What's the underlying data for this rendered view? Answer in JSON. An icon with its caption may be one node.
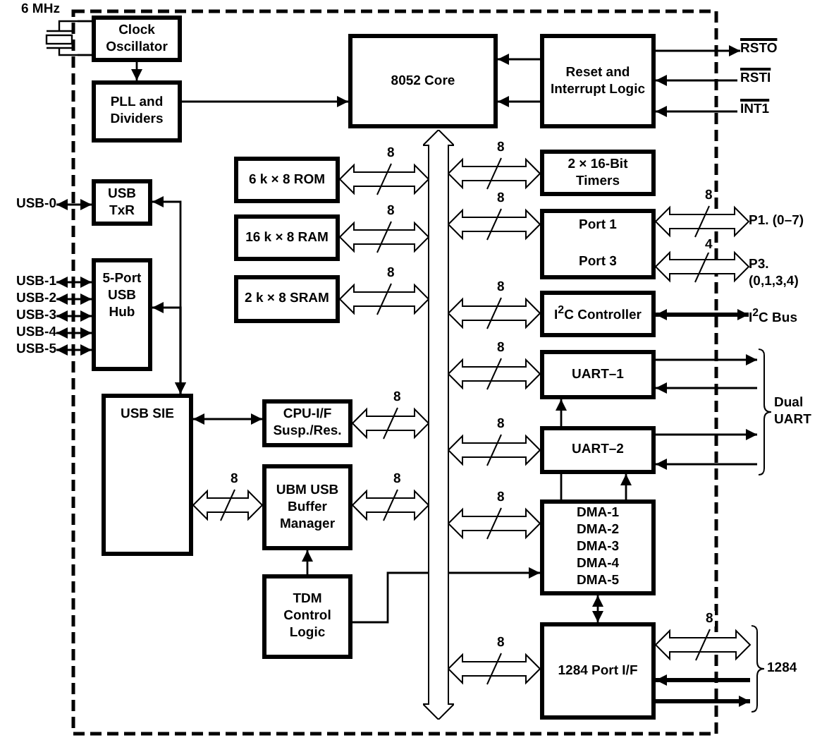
{
  "diagram": {
    "nodes": [
      {
        "text": [
          "Clock Oscillator"
        ]
      },
      {
        "text": [
          "PLL and Dividers"
        ]
      },
      {
        "text": [
          "8052 Core"
        ]
      },
      {
        "text": [
          "Reset and Interrupt Logic"
        ]
      },
      {
        "text": [
          "6 k × 8 ROM"
        ]
      },
      {
        "text": [
          "16 k × 8 RAM"
        ]
      },
      {
        "text": [
          "2 k × 8 SRAM"
        ]
      },
      {
        "text": [
          "USB TxR"
        ]
      },
      {
        "text": [
          "5-Port USB Hub"
        ]
      },
      {
        "text": [
          "2 × 16-Bit Timers"
        ]
      },
      {
        "text": [
          "Port 1",
          "Port 3"
        ]
      },
      {
        "text": [
          "I$^{2}$C Controller"
        ]
      },
      {
        "text": [
          "UART–1"
        ]
      },
      {
        "text": [
          "UART–2"
        ]
      },
      {
        "text": [
          "DMA-1 DMA-2 DMA-3 DMA-4 DMA-5"
        ]
      },
      {
        "text": [
          "1284 Port I/F"
        ]
      },
      {
        "text": [
          "USB SIE"
        ]
      },
      {
        "text": [
          "CPU-I/F Susp./Res."
        ]
      },
      {
        "text": [
          "UBM USB Buffer Manager"
        ]
      },
      {
        "text": [
          "TDM Control Logic"
        ]
      },
      {
        "text": [],
        "shape": "bar"
      },
      {
        "text": [
          "6 MHz"
        ]
      },
      {
        "text": [
          "RSTO"
        ]
      },
      {
        "text": [
          "RSTI"
        ]
      },
      {
        "text": [
          "INT1"
        ]
      },
      {
        "text": [
          "P1. (0–7)"
        ]
      },
      {
        "text": [
          "P3. (0,1,3,4)"
        ]
      },
      {
        "text": [
          "I$^{2}$C Bus"
        ]
      },
      {
        "text": [
          "USB-0"
        ]
      },
      {
        "text": [
          "USB-1"
        ]
      },
      {
        "text": [
          "USB-2"
        ]
      },
      {
        "text": [
          "USB-3"
        ]
      },
      {
        "text": [
          "USB-4"
        ]
      },
      {
        "text": [
          "USB-5"
        ]
      },
      {
        "text": [
          "Dual UART"
        ]
      },
      {
        "text": [
          "1284"
        ]
      }
    ],
    "edges": [
      {
        "from": 21,
        "to": 0,
        "arrow": "none"
      },
      {
        "from": 21,
        "to": 0,
        "arrow": "none"
      },
      {
        "from": 0,
        "to": 1,
        "arrow": "to"
      },
      {
        "from": 1,
        "to": 2,
        "arrow": "to"
      },
      {
        "from": 3,
        "to": 2,
        "arrow": "to"
      },
      {
        "from": 3,
        "to": 2,
        "arrow": "to"
      },
      {
        "from": 3,
        "to": 22,
        "arrow": "to"
      },
      {
        "from": 23,
        "to": 3,
        "arrow": "to"
      },
      {
        "from": 24,
        "to": 3,
        "arrow": "to"
      },
      {
        "from": 4,
        "to": 20,
        "arrow": "both",
        "label": "8",
        "style": "thick"
      },
      {
        "from": 5,
        "to": 20,
        "arrow": "both",
        "label": "8",
        "style": "thick"
      },
      {
        "from": 6,
        "to": 20,
        "arrow": "both",
        "label": "8",
        "style": "thick"
      },
      {
        "from": 20,
        "to": 9,
        "arrow": "both",
        "label": "8",
        "style": "thick"
      },
      {
        "from": 20,
        "to": 10,
        "arrow": "both",
        "label": "8",
        "style": "thick"
      },
      {
        "from": 20,
        "to": 11,
        "arrow": "both",
        "label": "8",
        "style": "thick"
      },
      {
        "from": 20,
        "to": 12,
        "arrow": "both",
        "label": "8",
        "style": "thick"
      },
      {
        "from": 20,
        "to": 13,
        "arrow": "both",
        "label": "8",
        "style": "thick"
      },
      {
        "from": 20,
        "to": 14,
        "arrow": "both",
        "label": "8",
        "style": "thick"
      },
      {
        "from": 20,
        "to": 15,
        "arrow": "both",
        "label": "8",
        "style": "thick"
      },
      {
        "from": 10,
        "to": 25,
        "arrow": "both",
        "label": "8",
        "style": "thick"
      },
      {
        "from": 10,
        "to": 26,
        "arrow": "both",
        "label": "4",
        "style": "thick"
      },
      {
        "from": 11,
        "to": 27,
        "arrow": "both",
        "style": "thick"
      },
      {
        "from": 12,
        "to": 34,
        "arrow": "to"
      },
      {
        "from": 34,
        "to": 12,
        "arrow": "to"
      },
      {
        "from": 13,
        "to": 34,
        "arrow": "to"
      },
      {
        "from": 34,
        "to": 13,
        "arrow": "to"
      },
      {
        "from": 13,
        "to": 12,
        "arrow": "to"
      },
      {
        "from": 14,
        "to": 13,
        "arrow": "none"
      },
      {
        "from": 14,
        "to": 13,
        "arrow": "to"
      },
      {
        "from": 14,
        "to": 15,
        "arrow": "both"
      },
      {
        "from": 15,
        "to": 35,
        "arrow": "both",
        "label": "8",
        "style": "thick"
      },
      {
        "from": 35,
        "to": 15,
        "arrow": "to",
        "style": "thick"
      },
      {
        "from": 15,
        "to": 35,
        "arrow": "to",
        "style": "thick"
      },
      {
        "from": 28,
        "to": 7,
        "arrow": "both"
      },
      {
        "from": 29,
        "to": 8,
        "arrow": "both"
      },
      {
        "from": 30,
        "to": 8,
        "arrow": "both"
      },
      {
        "from": 31,
        "to": 8,
        "arrow": "both"
      },
      {
        "from": 32,
        "to": 8,
        "arrow": "both"
      },
      {
        "from": 33,
        "to": 8,
        "arrow": "both"
      },
      {
        "from": 16,
        "to": 7,
        "arrow": "both"
      },
      {
        "from": 8,
        "to": 16,
        "arrow": "both"
      },
      {
        "from": 16,
        "to": 17,
        "arrow": "both"
      },
      {
        "from": 16,
        "to": 18,
        "arrow": "both",
        "label": "8",
        "style": "thick"
      },
      {
        "from": 17,
        "to": 20,
        "arrow": "both",
        "label": "8",
        "style": "thick"
      },
      {
        "from": 18,
        "to": 20,
        "arrow": "both",
        "label": "8",
        "style": "thick"
      },
      {
        "from": 19,
        "to": 18,
        "arrow": "to"
      },
      {
        "from": 19,
        "to": 14,
        "arrow": "to"
      }
    ]
  }
}
